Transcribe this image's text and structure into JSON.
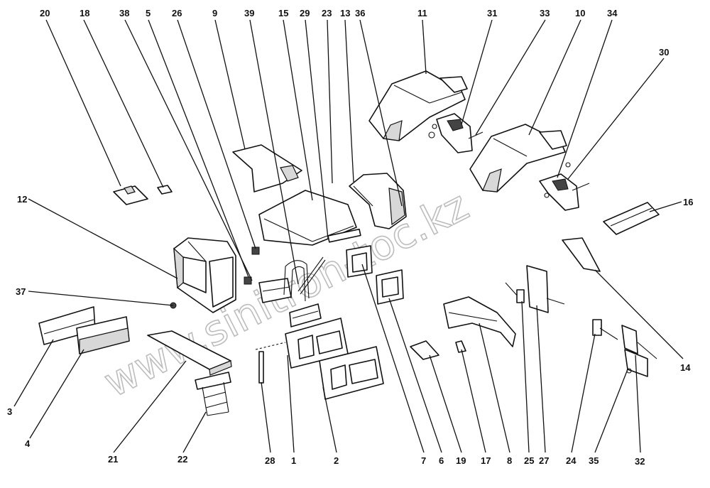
{
  "diagram": {
    "watermark": "www.sinitron-toc.kz",
    "callouts": [
      "20",
      "18",
      "38",
      "5",
      "26",
      "9",
      "39",
      "15",
      "29",
      "23",
      "13",
      "36",
      "11",
      "31",
      "33",
      "10",
      "34",
      "30",
      "12",
      "16",
      "37",
      "3",
      "4",
      "21",
      "22",
      "28",
      "1",
      "2",
      "7",
      "6",
      "19",
      "17",
      "8",
      "25",
      "27",
      "24",
      "35",
      "32",
      "14"
    ]
  }
}
